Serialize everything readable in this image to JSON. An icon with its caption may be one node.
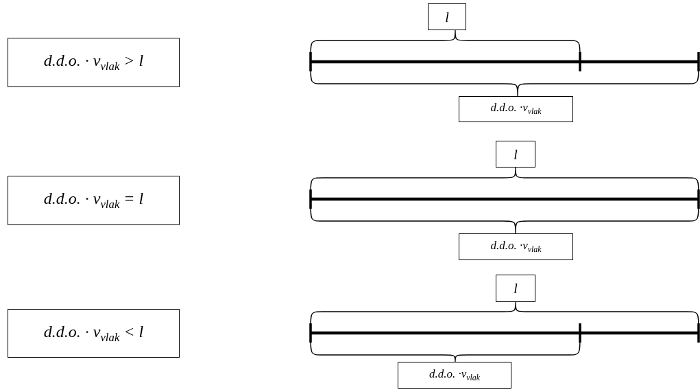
{
  "diagram": {
    "nodes": [
      {
        "text": [
          "d.d.o. · v$_{vlak}$ > l"
        ]
      },
      {
        "text": [
          "l"
        ]
      },
      {
        "text": [
          "d.d.o. ·v$_{vlak}$"
        ]
      },
      {
        "text": [
          "d.d.o. · v$_{vlak}$ = l"
        ]
      },
      {
        "text": [
          "l"
        ]
      },
      {
        "text": [
          "d.d.o. ·v$_{vlak}$"
        ]
      },
      {
        "text": [
          "d.d.o. · v$_{vlak}$ < l"
        ]
      },
      {
        "text": [
          "l"
        ]
      },
      {
        "text": [
          "d.d.o. ·v$_{vlak}$"
        ]
      }
    ]
  }
}
